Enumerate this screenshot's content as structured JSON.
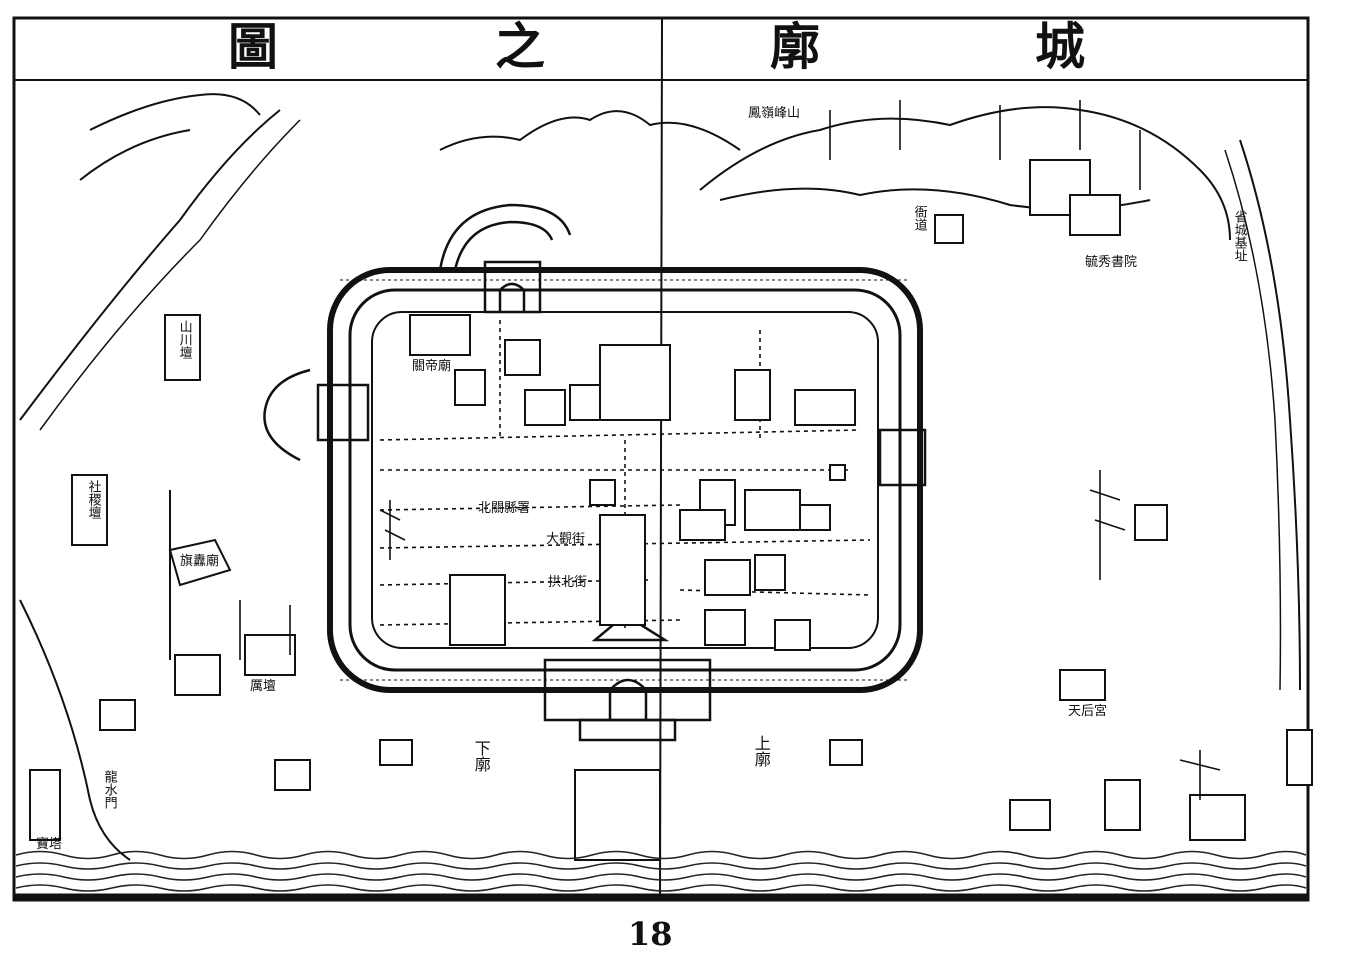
{
  "title": {
    "right_to_left": [
      "城",
      "廓",
      "之",
      "圖"
    ]
  },
  "page_number": "18",
  "labels": {
    "south_outer": [
      "上",
      "廓"
    ],
    "north_outer": [
      "下",
      "廓"
    ],
    "east_shore": [
      "省",
      "城",
      "基",
      "址"
    ],
    "hill_temple": [
      "毓",
      "秀",
      "書",
      "院"
    ],
    "river_west": [
      "龍",
      "水",
      "門"
    ],
    "tower_sw": [
      "寶",
      "塔"
    ],
    "shrine_sw": [
      "社",
      "稷",
      "壇"
    ],
    "altar_w1": [
      "山",
      "川",
      "壇"
    ],
    "altar_w2": [
      "厲",
      "壇"
    ],
    "flag": [
      "旗",
      "纛",
      "廟"
    ],
    "peak": [
      "鳳",
      "嶺",
      "峰",
      "山"
    ],
    "pavilion": [
      "衙",
      "道"
    ],
    "temple_s": [
      "天",
      "后",
      "宮"
    ],
    "street_1": "北關縣署",
    "street_2": "大觀街",
    "street_3": "拱北街",
    "street_4": "關帝廟"
  },
  "colors": {
    "ink": "#111111",
    "paper": "#ffffff",
    "water": "#222222"
  }
}
